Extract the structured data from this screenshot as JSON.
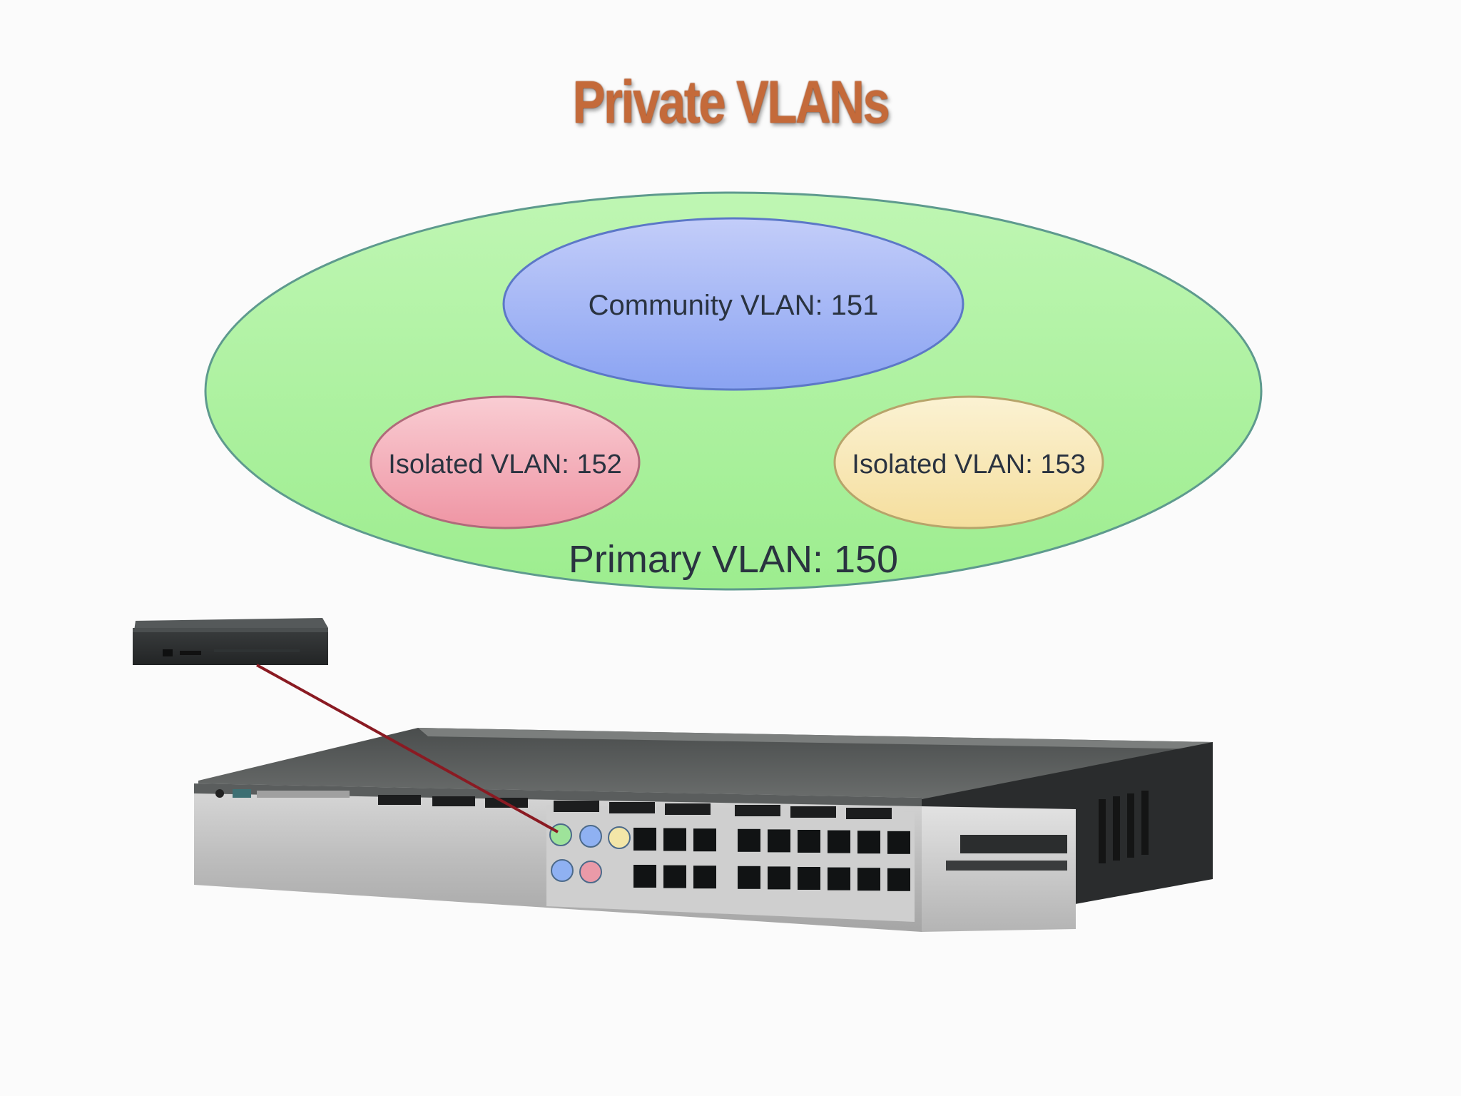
{
  "slide": {
    "title": "Private VLANs"
  },
  "vlans": {
    "primary": {
      "label": "Primary VLAN: 150",
      "color": "#a6ef9a"
    },
    "community": {
      "label": "Community VLAN: 151",
      "color": "#99aef5"
    },
    "isolated_a": {
      "label": "Isolated VLAN: 152",
      "color": "#f2a8b4"
    },
    "isolated_b": {
      "label": "Isolated VLAN: 153",
      "color": "#f8e7b4"
    }
  },
  "devices": {
    "router": "router",
    "switch": "switch"
  },
  "link": {
    "color": "#8a1a22"
  },
  "port_markers": [
    {
      "vlan": "primary",
      "color": "#9ee39a"
    },
    {
      "vlan": "community",
      "color": "#8fb1f2"
    },
    {
      "vlan": "isolated_b",
      "color": "#f3e6a8"
    },
    {
      "vlan": "community",
      "color": "#8fb1f2"
    },
    {
      "vlan": "isolated_a",
      "color": "#ea9aa8"
    }
  ]
}
